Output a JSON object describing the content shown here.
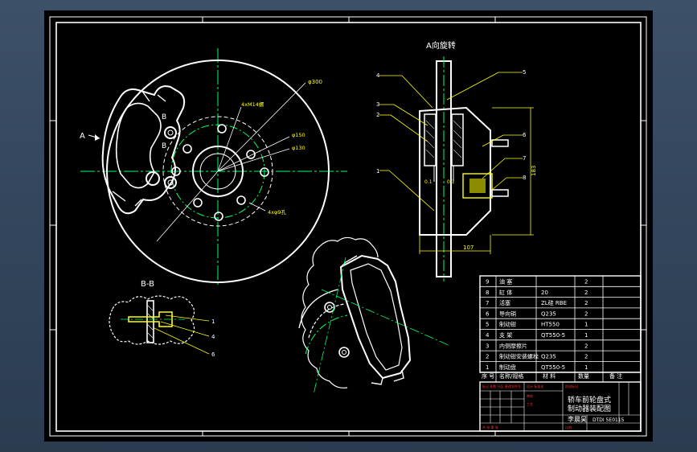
{
  "views": {
    "view_a_title": "A向旋转",
    "section_title": "B-B",
    "arrow_a_label": "A",
    "b_label_1": "B",
    "b_label_2": "B"
  },
  "dimensions": {
    "d_outer": "φ300",
    "d_bolt": "4xM14螺",
    "d_150": "φ150",
    "d_130": "φ130",
    "d_bolt2": "4xφ9孔",
    "height_183": "183",
    "width_107": "107",
    "tol1": "0.1",
    "tol2": "0.1"
  },
  "leaders": {
    "side_left": [
      "4",
      "3",
      "2",
      "1"
    ],
    "side_right": [
      "5",
      "6",
      "7",
      "8"
    ],
    "section": [
      "1",
      "4",
      "6"
    ]
  },
  "bom": {
    "rows": [
      {
        "no": "9",
        "name": "油 塞",
        "material": "",
        "qty": "2"
      },
      {
        "no": "8",
        "name": "缸 体",
        "material": "20",
        "qty": "2"
      },
      {
        "no": "7",
        "name": "活塞",
        "material": "ZL硅 RBE",
        "qty": "2"
      },
      {
        "no": "6",
        "name": "导向销",
        "material": "Q235",
        "qty": "2"
      },
      {
        "no": "5",
        "name": "制动钳",
        "material": "HT550",
        "qty": "1"
      },
      {
        "no": "4",
        "name": "支 架",
        "material": "QT550-5",
        "qty": "1"
      },
      {
        "no": "3",
        "name": "内侧摩擦片",
        "material": "",
        "qty": "2"
      },
      {
        "no": "2",
        "name": "制动钳安装螺栓",
        "material": "Q235",
        "qty": "2"
      },
      {
        "no": "1",
        "name": "制动盘",
        "material": "QT550-5",
        "qty": "1"
      }
    ],
    "header": {
      "no": "序 号",
      "name": "名称/规格",
      "material": "材 料",
      "qty": "数量",
      "remark": "备 注"
    }
  },
  "title_block": {
    "title_line1": "轿车前轮盘式",
    "title_line2": "制动器装配图",
    "author": "李晨昊",
    "drawing_no": "DTDI 5E0115"
  }
}
